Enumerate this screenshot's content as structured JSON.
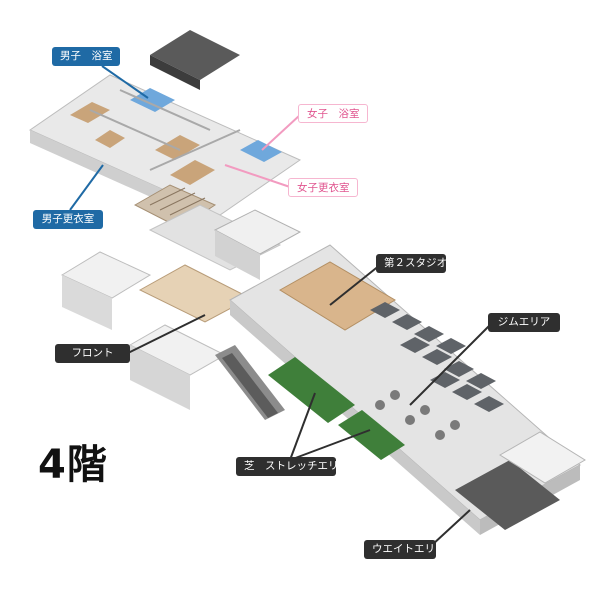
{
  "floor_label": "4階",
  "callouts": {
    "mens_bath": "男子　浴室",
    "womens_bath": "女子　浴室",
    "womens_locker": "女子更衣室",
    "mens_locker": "男子更衣室",
    "studio2": "第２スタジオ",
    "gym_area": "ジムエリア",
    "front": "フロント",
    "turf_stretch": "芝　ストレッチエリア",
    "weight_area": "ウエイトエリア"
  },
  "colors": {
    "callout_blue": "#1f6aa5",
    "callout_pink_text": "#e0558f",
    "callout_dark": "#2f2f2f",
    "turf_green": "#3f7f3a",
    "wood_floor": "#d9b58c",
    "floor_gray": "#dcdcdc",
    "wall_white": "#f4f4f4"
  }
}
